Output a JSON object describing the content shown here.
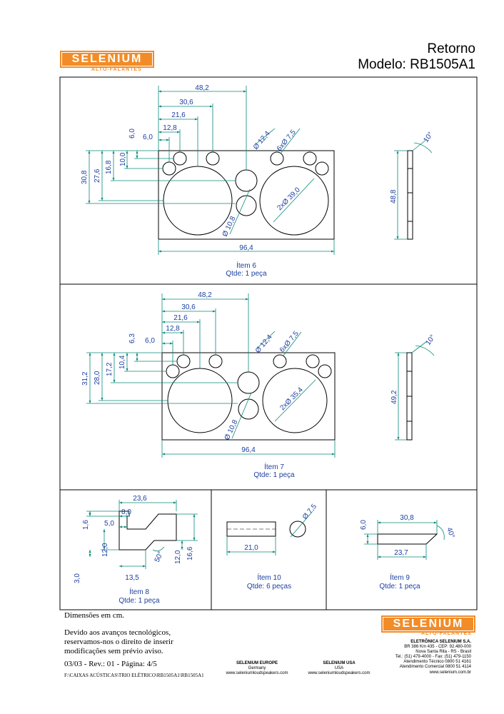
{
  "header": {
    "logo_text": "SELENIUM",
    "logo_sub": "ALTO-FALANTES",
    "title": "Retorno",
    "model": "Modelo: RB1505A1"
  },
  "item6": {
    "label": "Ítem 6",
    "qty": "Qtde: 1 peça",
    "dims": {
      "w482": "48,2",
      "w306": "30,6",
      "w216": "21,6",
      "w128": "12,8",
      "w60": "6,0",
      "h60": "6,0",
      "h100": "10,0",
      "h168": "16,8",
      "h276": "27,6",
      "h308": "30,8",
      "d124": "Ø 12,4",
      "d75": "6xØ 7,5",
      "d390": "2xØ 39,0",
      "d108": "Ø 10,8",
      "w964": "96,4",
      "h488": "48,8",
      "ang": "10°"
    }
  },
  "item7": {
    "label": "Ítem 7",
    "qty": "Qtde: 1 peça",
    "dims": {
      "w482": "48,2",
      "w306": "30,6",
      "w216": "21,6",
      "w128": "12,8",
      "w60": "6,0",
      "h63": "6,3",
      "h104": "10,4",
      "h172": "17,2",
      "h280": "28,0",
      "h312": "31,2",
      "d124": "Ø 12,4",
      "d75": "6xØ 7,5",
      "d354": "2xØ 35,4",
      "d108": "Ø 10,8",
      "w964": "96,4",
      "h492": "49,2",
      "ang": "10°"
    }
  },
  "item8": {
    "label": "Ítem 8",
    "qty": "Qtde: 1 peça",
    "dims": {
      "w236": "23,6",
      "w80": "8,0",
      "w50": "5,0",
      "h16": "1,6",
      "h120a": "12,0",
      "h120b": "12,0",
      "h166": "16,6",
      "ang": "50°",
      "w135": "13,5",
      "h30": "3,0"
    }
  },
  "item10": {
    "label": "Ítem 10",
    "qty": "Qtde: 6 peças",
    "dims": {
      "w210": "21,0",
      "d75": "Ø 7,5"
    }
  },
  "item9": {
    "label": "Ítem 9",
    "qty": "Qtde: 1 peça",
    "dims": {
      "w308": "30,8",
      "h60": "6,0",
      "w237": "23,7",
      "ang": "40°"
    }
  },
  "footer": {
    "dims_note": "Dimensões em cm.",
    "notice": [
      "Devido aos avanços tecnológicos,",
      "reservamos-nos o direito de inserir",
      "modificações sem prévio aviso."
    ],
    "rev": "03/03 - Rev.: 01 - Página: 4/5",
    "path": "F:\\CAIXAS ACÚSTICAS\\TRIO ELÉTRICO\\RB1505A1\\RB1505A1",
    "europe_title": "SELENIUM EUROPE",
    "europe_country": "Germany",
    "europe_url": "www.seleniumloudspeakers.com",
    "usa_title": "SELENIUM USA",
    "usa_country": "USA",
    "usa_url": "www.seleniumloudspeakers.com",
    "company": "ELETRÔNICA SELENIUM S.A.",
    "addr1": "BR 386 Km 435 - CEP: 92.480-000",
    "addr2": "Nova Santa Rita - RS - Brasil",
    "tel": "Tel.: (51) 479-4000 - Fax: (51) 479-1150",
    "at1": "Atendimento Técnico 0800 51 4161",
    "at2": "Atendimento Comercial 0800 51 4114",
    "url": "www.selenium.com.br"
  }
}
